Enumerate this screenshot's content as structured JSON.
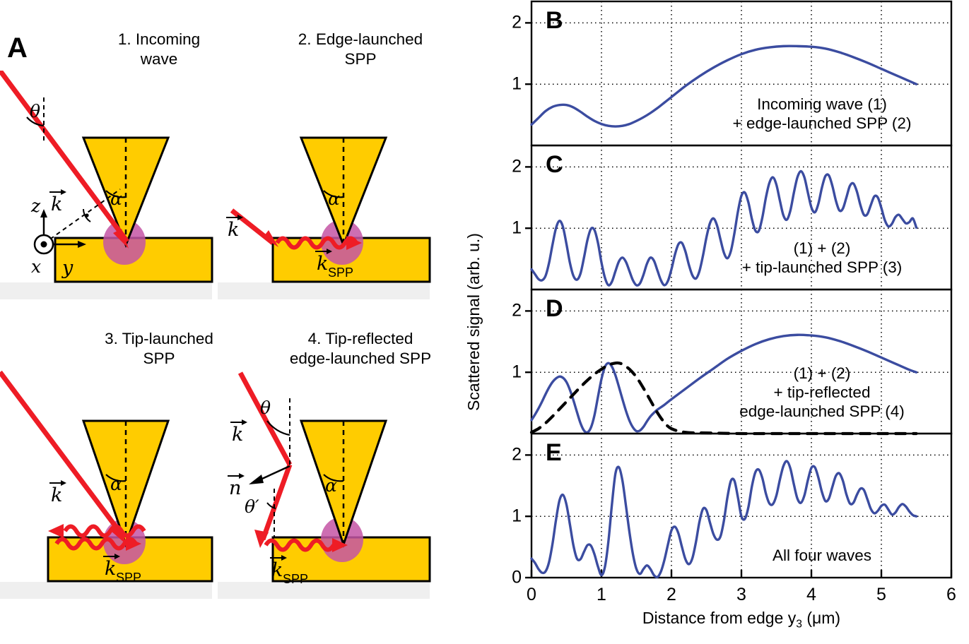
{
  "panelA": {
    "letter": "A",
    "subpanels": [
      {
        "id": 1,
        "title": "1. Incoming\nwave",
        "labels": {
          "theta": "θ",
          "alpha": "α",
          "k": "k",
          "x": "x",
          "y": "y",
          "z": "z"
        }
      },
      {
        "id": 2,
        "title": "2. Edge-launched\nSPP",
        "labels": {
          "alpha": "α",
          "k": "k",
          "kspp": "k",
          "kspp_sub": "SPP"
        }
      },
      {
        "id": 3,
        "title": "3. Tip-launched\nSPP",
        "labels": {
          "alpha": "α",
          "k": "k",
          "kspp": "k",
          "kspp_sub": "SPP"
        }
      },
      {
        "id": 4,
        "title": "4. Tip-reflected\nedge-launched SPP",
        "labels": {
          "theta": "θ",
          "theta_prime": "θ′",
          "alpha": "α",
          "k": "k",
          "n": "n",
          "kspp": "k",
          "kspp_sub": "SPP"
        }
      }
    ],
    "colors": {
      "gold": "#FFCC00",
      "beam": "#EE1C25",
      "hotspot": "#C455A5",
      "shadow": "#EFEFEF"
    }
  },
  "chart_data": {
    "type": "line",
    "xlabel": "Distance from edge y₃ (μm)",
    "ylabel": "Scattered signal (arb. u.)",
    "xlim": [
      0,
      6
    ],
    "xticks": [
      0,
      1,
      2,
      3,
      4,
      5,
      6
    ],
    "grid": "dotted",
    "line_color": "#3B4CA0",
    "dashed_color": "#000000",
    "panels": [
      {
        "label": "B",
        "annotation": "Incoming wave (1)\n+ edge-launched SPP (2)",
        "ylim": [
          0,
          2.35
        ],
        "yticks": [
          1,
          2
        ],
        "series": [
          {
            "name": "signal",
            "style": "solid",
            "x": [
              0.0,
              0.1,
              0.2,
              0.3,
              0.4,
              0.5,
              0.6,
              0.7,
              0.8,
              0.9,
              1.0,
              1.1,
              1.2,
              1.3,
              1.4,
              1.5,
              1.6,
              1.7,
              1.8,
              1.9,
              2.0,
              2.2,
              2.4,
              2.6,
              2.8,
              3.0,
              3.2,
              3.4,
              3.6,
              3.8,
              4.0,
              4.2,
              4.4,
              4.6,
              4.8,
              5.0,
              5.2,
              5.4,
              5.5
            ],
            "y": [
              0.34,
              0.45,
              0.56,
              0.63,
              0.66,
              0.66,
              0.62,
              0.55,
              0.47,
              0.4,
              0.35,
              0.32,
              0.31,
              0.32,
              0.35,
              0.4,
              0.46,
              0.53,
              0.61,
              0.7,
              0.79,
              0.97,
              1.13,
              1.27,
              1.39,
              1.49,
              1.56,
              1.6,
              1.62,
              1.62,
              1.61,
              1.58,
              1.52,
              1.44,
              1.35,
              1.25,
              1.15,
              1.05,
              1.0
            ]
          }
        ]
      },
      {
        "label": "C",
        "annotation": "(1) + (2)\n+ tip-launched SPP (3)",
        "ylim": [
          0,
          2.35
        ],
        "yticks": [
          1,
          2
        ],
        "series": [
          {
            "name": "signal",
            "style": "solid",
            "x": [
              0.0,
              0.05,
              0.1,
              0.15,
              0.2,
              0.25,
              0.3,
              0.35,
              0.4,
              0.45,
              0.5,
              0.55,
              0.6,
              0.65,
              0.7,
              0.75,
              0.8,
              0.85,
              0.9,
              0.95,
              1.0,
              1.05,
              1.1,
              1.15,
              1.2,
              1.25,
              1.3,
              1.35,
              1.4,
              1.45,
              1.5,
              1.55,
              1.6,
              1.65,
              1.7,
              1.75,
              1.8,
              1.85,
              1.9,
              1.95,
              2.0,
              2.05,
              2.1,
              2.15,
              2.2,
              2.25,
              2.3,
              2.35,
              2.4,
              2.45,
              2.5,
              2.55,
              2.6,
              2.65,
              2.7,
              2.75,
              2.8,
              2.85,
              2.9,
              2.95,
              3.0,
              3.05,
              3.1,
              3.15,
              3.2,
              3.25,
              3.3,
              3.35,
              3.4,
              3.45,
              3.5,
              3.55,
              3.6,
              3.65,
              3.7,
              3.75,
              3.8,
              3.85,
              3.9,
              3.95,
              4.0,
              4.05,
              4.1,
              4.15,
              4.2,
              4.25,
              4.3,
              4.35,
              4.4,
              4.45,
              4.5,
              4.55,
              4.6,
              4.65,
              4.7,
              4.75,
              4.8,
              4.85,
              4.9,
              4.95,
              5.0,
              5.05,
              5.1,
              5.15,
              5.2,
              5.25,
              5.3,
              5.35,
              5.4,
              5.45,
              5.5
            ],
            "y": [
              0.33,
              0.25,
              0.17,
              0.15,
              0.22,
              0.43,
              0.73,
              1.0,
              1.12,
              1.02,
              0.74,
              0.43,
              0.22,
              0.16,
              0.26,
              0.52,
              0.81,
              0.99,
              0.97,
              0.76,
              0.44,
              0.19,
              0.07,
              0.13,
              0.3,
              0.46,
              0.52,
              0.45,
              0.3,
              0.15,
              0.07,
              0.1,
              0.24,
              0.42,
              0.52,
              0.47,
              0.31,
              0.15,
              0.07,
              0.14,
              0.33,
              0.57,
              0.74,
              0.76,
              0.62,
              0.4,
              0.23,
              0.18,
              0.3,
              0.55,
              0.85,
              1.08,
              1.16,
              1.05,
              0.82,
              0.6,
              0.51,
              0.63,
              0.92,
              1.27,
              1.53,
              1.58,
              1.42,
              1.15,
              0.96,
              0.96,
              1.18,
              1.5,
              1.74,
              1.83,
              1.71,
              1.45,
              1.21,
              1.14,
              1.29,
              1.58,
              1.83,
              1.93,
              1.83,
              1.58,
              1.34,
              1.26,
              1.4,
              1.66,
              1.85,
              1.86,
              1.69,
              1.45,
              1.29,
              1.32,
              1.5,
              1.69,
              1.73,
              1.6,
              1.38,
              1.22,
              1.23,
              1.38,
              1.52,
              1.5,
              1.33,
              1.13,
              1.03,
              1.07,
              1.18,
              1.22,
              1.15,
              1.08,
              1.1,
              1.16,
              1.01
            ]
          }
        ]
      },
      {
        "label": "D",
        "annotation": "(1) + (2)\n+ tip-reflected\nedge-launched SPP (4)",
        "ylim": [
          0,
          2.35
        ],
        "yticks": [
          1,
          2
        ],
        "series": [
          {
            "name": "signal",
            "style": "solid",
            "x": [
              0.0,
              0.05,
              0.1,
              0.15,
              0.2,
              0.25,
              0.3,
              0.35,
              0.4,
              0.45,
              0.5,
              0.55,
              0.6,
              0.65,
              0.7,
              0.75,
              0.8,
              0.85,
              0.9,
              0.95,
              1.0,
              1.05,
              1.1,
              1.15,
              1.2,
              1.25,
              1.3,
              1.35,
              1.4,
              1.45,
              1.5,
              1.55,
              1.6,
              1.65,
              1.7,
              1.75,
              1.8,
              1.9,
              2.0,
              2.2,
              2.4,
              2.6,
              2.8,
              3.0,
              3.2,
              3.4,
              3.6,
              3.8,
              4.0,
              4.2,
              4.4,
              4.6,
              4.8,
              5.0,
              5.2,
              5.4,
              5.5
            ],
            "y": [
              0.22,
              0.31,
              0.41,
              0.52,
              0.64,
              0.75,
              0.84,
              0.9,
              0.93,
              0.91,
              0.84,
              0.71,
              0.54,
              0.35,
              0.17,
              0.05,
              0.02,
              0.1,
              0.3,
              0.6,
              0.89,
              1.09,
              1.15,
              1.09,
              0.95,
              0.76,
              0.56,
              0.37,
              0.21,
              0.1,
              0.04,
              0.05,
              0.11,
              0.2,
              0.28,
              0.34,
              0.39,
              0.47,
              0.56,
              0.73,
              0.9,
              1.06,
              1.22,
              1.35,
              1.46,
              1.54,
              1.59,
              1.61,
              1.6,
              1.57,
              1.51,
              1.43,
              1.34,
              1.24,
              1.14,
              1.04,
              1.0
            ]
          },
          {
            "name": "envelope",
            "style": "dashed",
            "x": [
              0.0,
              0.1,
              0.2,
              0.3,
              0.4,
              0.5,
              0.6,
              0.7,
              0.8,
              0.9,
              1.0,
              1.1,
              1.2,
              1.25,
              1.3,
              1.4,
              1.5,
              1.6,
              1.7,
              1.8,
              1.9,
              2.0,
              2.2,
              2.5,
              3.0,
              3.5,
              4.0,
              4.5,
              5.0,
              5.5
            ],
            "y": [
              0.02,
              0.08,
              0.17,
              0.28,
              0.4,
              0.52,
              0.64,
              0.76,
              0.87,
              0.97,
              1.05,
              1.12,
              1.15,
              1.15,
              1.13,
              1.05,
              0.92,
              0.74,
              0.54,
              0.34,
              0.18,
              0.08,
              0.02,
              0.01,
              0.0,
              0.0,
              0.0,
              0.0,
              0.0,
              0.0
            ]
          }
        ]
      },
      {
        "label": "E",
        "annotation": "All four waves",
        "ylim": [
          0,
          2.35
        ],
        "yticks": [
          0,
          1,
          2
        ],
        "series": [
          {
            "name": "signal",
            "style": "solid",
            "x": [
              0.0,
              0.05,
              0.1,
              0.15,
              0.2,
              0.25,
              0.3,
              0.35,
              0.4,
              0.45,
              0.5,
              0.55,
              0.6,
              0.65,
              0.7,
              0.75,
              0.8,
              0.85,
              0.9,
              0.95,
              1.0,
              1.05,
              1.1,
              1.15,
              1.2,
              1.25,
              1.3,
              1.35,
              1.4,
              1.45,
              1.5,
              1.55,
              1.6,
              1.65,
              1.7,
              1.75,
              1.8,
              1.85,
              1.9,
              1.95,
              2.0,
              2.05,
              2.1,
              2.15,
              2.2,
              2.25,
              2.3,
              2.35,
              2.4,
              2.45,
              2.5,
              2.55,
              2.6,
              2.65,
              2.7,
              2.75,
              2.8,
              2.85,
              2.9,
              2.95,
              3.0,
              3.05,
              3.1,
              3.15,
              3.2,
              3.25,
              3.3,
              3.35,
              3.4,
              3.45,
              3.5,
              3.55,
              3.6,
              3.65,
              3.7,
              3.75,
              3.8,
              3.85,
              3.9,
              3.95,
              4.0,
              4.05,
              4.1,
              4.15,
              4.2,
              4.25,
              4.3,
              4.35,
              4.4,
              4.45,
              4.5,
              4.55,
              4.6,
              4.65,
              4.7,
              4.75,
              4.8,
              4.85,
              4.9,
              4.95,
              5.0,
              5.05,
              5.1,
              5.15,
              5.2,
              5.25,
              5.3,
              5.35,
              5.4,
              5.45,
              5.5
            ],
            "y": [
              0.31,
              0.24,
              0.14,
              0.08,
              0.1,
              0.25,
              0.55,
              0.94,
              1.26,
              1.35,
              1.19,
              0.86,
              0.52,
              0.31,
              0.3,
              0.42,
              0.53,
              0.52,
              0.38,
              0.18,
              0.04,
              0.18,
              0.6,
              1.2,
              1.7,
              1.8,
              1.58,
              1.17,
              0.74,
              0.38,
              0.14,
              0.06,
              0.14,
              0.2,
              0.14,
              0.04,
              0.01,
              0.1,
              0.29,
              0.54,
              0.77,
              0.83,
              0.72,
              0.5,
              0.3,
              0.22,
              0.32,
              0.58,
              0.91,
              1.12,
              1.1,
              0.9,
              0.71,
              0.62,
              0.67,
              0.93,
              1.31,
              1.58,
              1.58,
              1.31,
              1.0,
              0.96,
              1.15,
              1.49,
              1.72,
              1.76,
              1.62,
              1.37,
              1.21,
              1.2,
              1.34,
              1.6,
              1.82,
              1.9,
              1.78,
              1.52,
              1.29,
              1.22,
              1.34,
              1.59,
              1.79,
              1.8,
              1.63,
              1.4,
              1.25,
              1.29,
              1.48,
              1.66,
              1.7,
              1.58,
              1.36,
              1.21,
              1.22,
              1.35,
              1.45,
              1.43,
              1.28,
              1.12,
              1.05,
              1.09,
              1.17,
              1.19,
              1.11,
              1.03,
              1.06,
              1.15,
              1.2,
              1.16,
              1.08,
              1.02,
              1.0
            ]
          }
        ]
      }
    ]
  }
}
